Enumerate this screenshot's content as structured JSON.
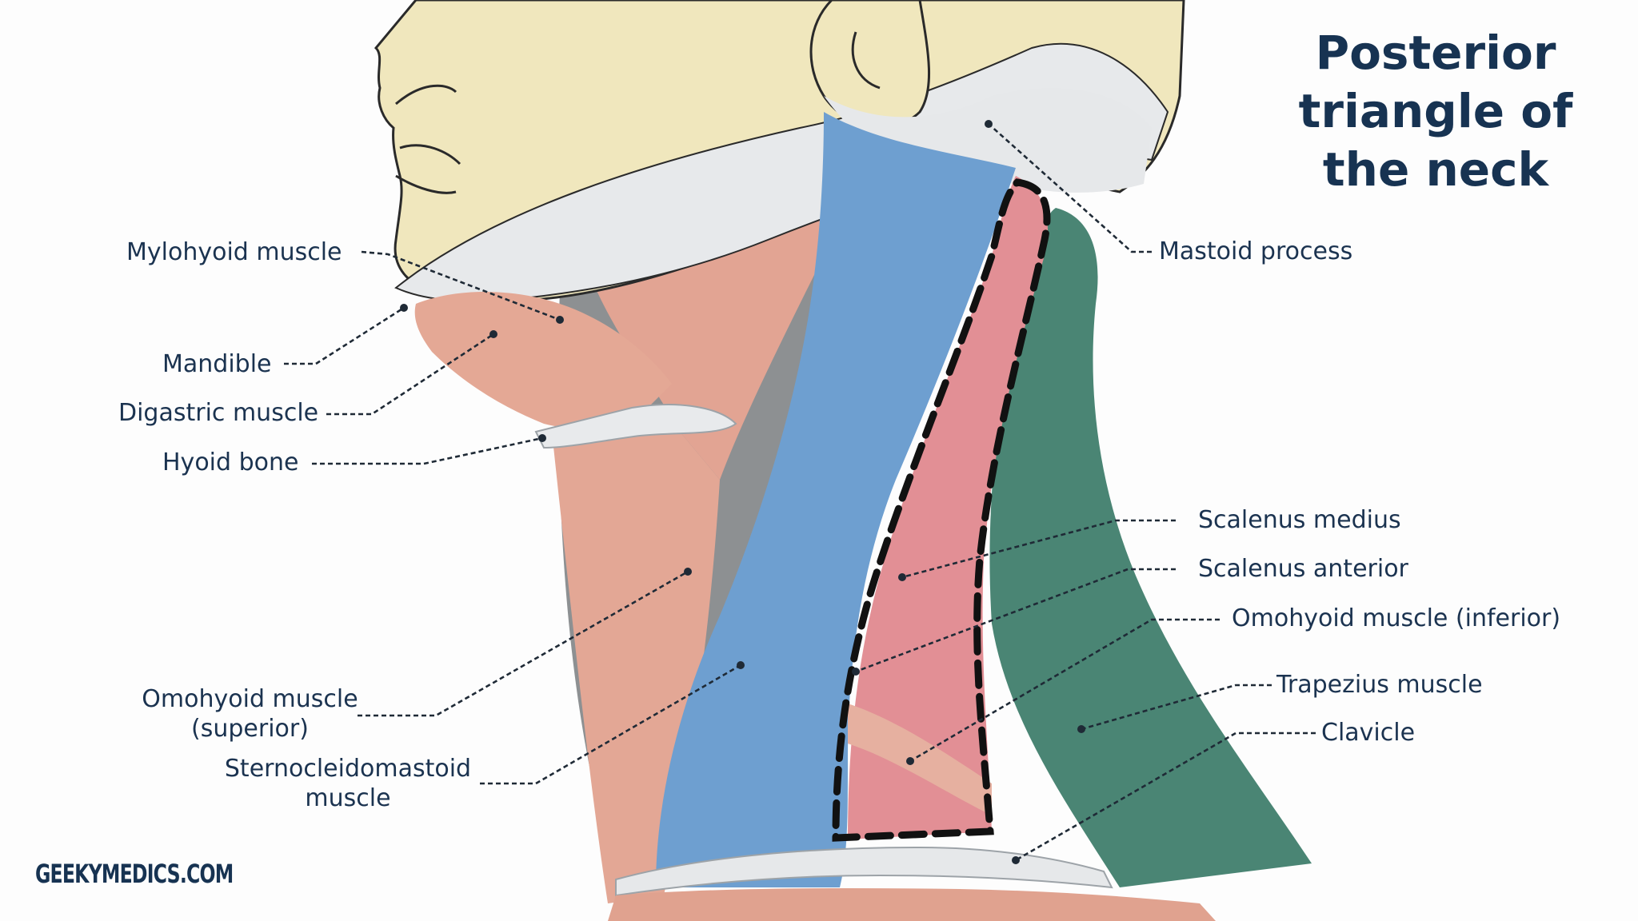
{
  "title": {
    "lines": [
      "Posterior",
      "triangle of",
      "the neck"
    ]
  },
  "labels": {
    "mylohyoid": "Mylohyoid muscle",
    "mandible": "Mandible",
    "digastric": "Digastric muscle",
    "hyoid": "Hyoid bone",
    "omohyoid_superior_1": "Omohyoid muscle",
    "omohyoid_superior_2": "(superior)",
    "scm_1": "Sternocleidomastoid",
    "scm_2": "muscle",
    "mastoid": "Mastoid process",
    "scalenus_medius": "Scalenus medius",
    "scalenus_anterior": "Scalenus anterior",
    "omohyoid_inferior": "Omohyoid muscle (inferior)",
    "trapezius": "Trapezius muscle",
    "clavicle": "Clavicle"
  },
  "brand": "GEEKYMEDICS.COM",
  "colors": {
    "title_text": "#173352",
    "label_text": "#1b3350",
    "skin": "#f1e8bf",
    "bone": "#e6e8ea",
    "muscle": "#e0a28f",
    "scalene": "#e28f95",
    "scm": "#6e9fd0",
    "trapezius": "#4a8574",
    "dark_shadow": "#8a8d8f"
  },
  "icons": {
    "triangle_outline": "dashed-triangle-boundary"
  }
}
